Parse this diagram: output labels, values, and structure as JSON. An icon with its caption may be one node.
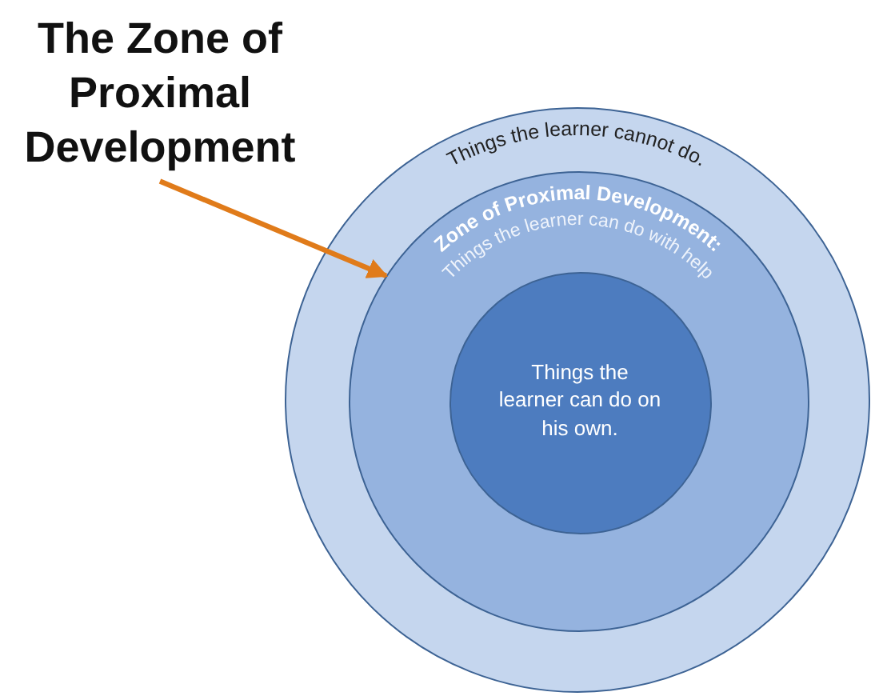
{
  "diagram": {
    "nodes": [
      {
        "text": [
          "The Zone of Proximal Development"
        ]
      },
      {
        "text": [
          "Things the learner cannot do."
        ]
      },
      {
        "text": [
          "Zone of Proximal Development:",
          "Things the learner can do with help"
        ],
        "in": 1
      },
      {
        "text": [
          "Things the learner can do on his own."
        ],
        "in": 2
      }
    ],
    "edges": [
      {
        "from": 0,
        "to": 2,
        "arrow": "to",
        "color": "#e07b1a"
      }
    ]
  }
}
